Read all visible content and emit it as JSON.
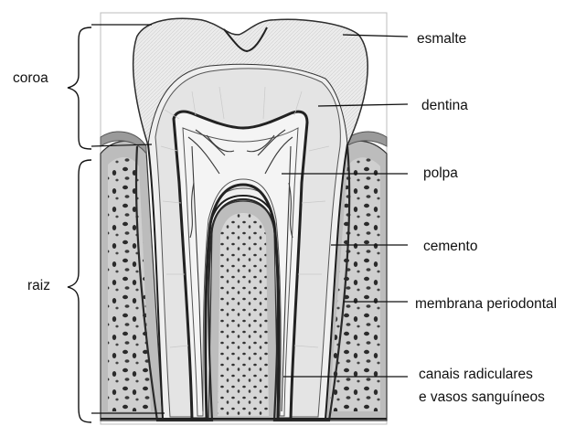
{
  "labels": {
    "coroa": "coroa",
    "raiz": "raiz",
    "esmalte": "esmalte",
    "dentina": "dentina",
    "polpa": "polpa",
    "cemento": "cemento",
    "membrana": "membrana periodontal",
    "canais_line1": "canais radiculares",
    "canais_line2": "e vasos sanguíneos"
  },
  "colors": {
    "ink": "#111111",
    "enamel": "#f1f1f1",
    "dentin": "#e6e6e6",
    "pulp": "#f4f4f4",
    "bone": "#cfcfcf",
    "bone_pores": "#2b2b2b",
    "vessels": "#333333"
  }
}
